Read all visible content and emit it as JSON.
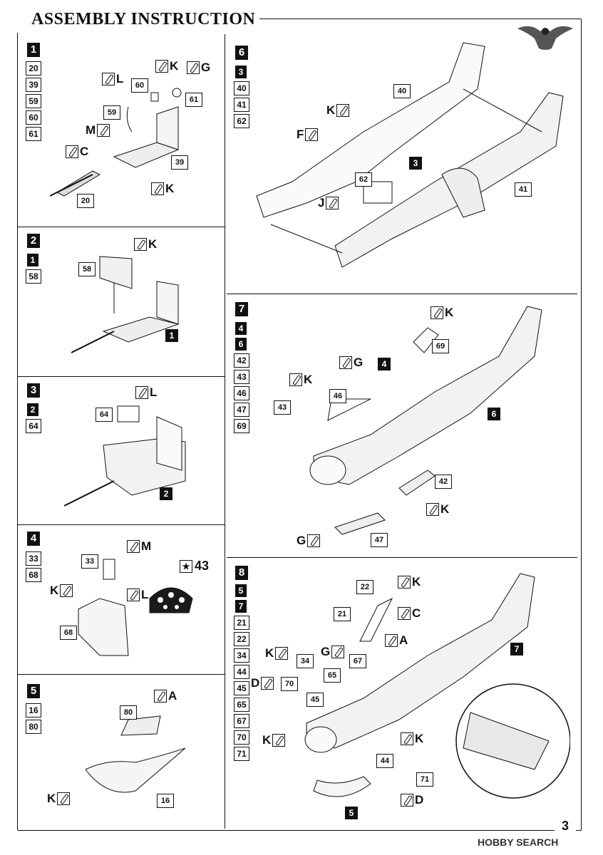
{
  "header": {
    "title": "ASSEMBLY INSTRUCTION",
    "page_number": "3",
    "watermark": "HOBBY SEARCH"
  },
  "steps": [
    {
      "number": "1",
      "refs": [
        "20",
        "39",
        "59",
        "60",
        "61"
      ],
      "ref_steps": [],
      "parts": [
        "60",
        "61",
        "59",
        "39",
        "20"
      ],
      "paints": [
        "L",
        "K",
        "G",
        "M",
        "C",
        "K"
      ]
    },
    {
      "number": "2",
      "refs": [
        "58"
      ],
      "ref_steps": [
        "1"
      ],
      "parts": [
        "58"
      ],
      "part_steps": [
        "1"
      ],
      "paints": [
        "K"
      ]
    },
    {
      "number": "3",
      "refs": [
        "64"
      ],
      "ref_steps": [
        "2"
      ],
      "parts": [
        "64"
      ],
      "part_steps": [
        "2"
      ],
      "paints": [
        "L"
      ]
    },
    {
      "number": "4",
      "refs": [
        "33",
        "68"
      ],
      "ref_steps": [],
      "parts": [
        "33",
        "68"
      ],
      "paints": [
        "M",
        "L",
        "K"
      ],
      "decal": "43"
    },
    {
      "number": "5",
      "refs": [
        "16",
        "80"
      ],
      "ref_steps": [],
      "parts": [
        "80",
        "16"
      ],
      "paints": [
        "A",
        "K"
      ]
    },
    {
      "number": "6",
      "refs": [
        "40",
        "41",
        "62"
      ],
      "ref_steps": [
        "3"
      ],
      "parts": [
        "40",
        "62",
        "41"
      ],
      "part_steps": [
        "3"
      ],
      "paints": [
        "K",
        "F",
        "J"
      ]
    },
    {
      "number": "7",
      "refs": [
        "42",
        "43",
        "46",
        "47",
        "69"
      ],
      "ref_steps": [
        "4",
        "6"
      ],
      "parts": [
        "69",
        "46",
        "43",
        "42",
        "47"
      ],
      "part_steps": [
        "4",
        "6"
      ],
      "paints": [
        "K",
        "G",
        "K",
        "K",
        "G"
      ]
    },
    {
      "number": "8",
      "refs": [
        "21",
        "22",
        "34",
        "44",
        "45",
        "65",
        "67",
        "70",
        "71"
      ],
      "ref_steps": [
        "5",
        "7"
      ],
      "parts": [
        "22",
        "21",
        "34",
        "67",
        "65",
        "70",
        "45",
        "44",
        "71"
      ],
      "part_steps": [
        "7",
        "5"
      ],
      "paints": [
        "K",
        "C",
        "K",
        "G",
        "A",
        "D",
        "K",
        "K",
        "D"
      ]
    }
  ]
}
